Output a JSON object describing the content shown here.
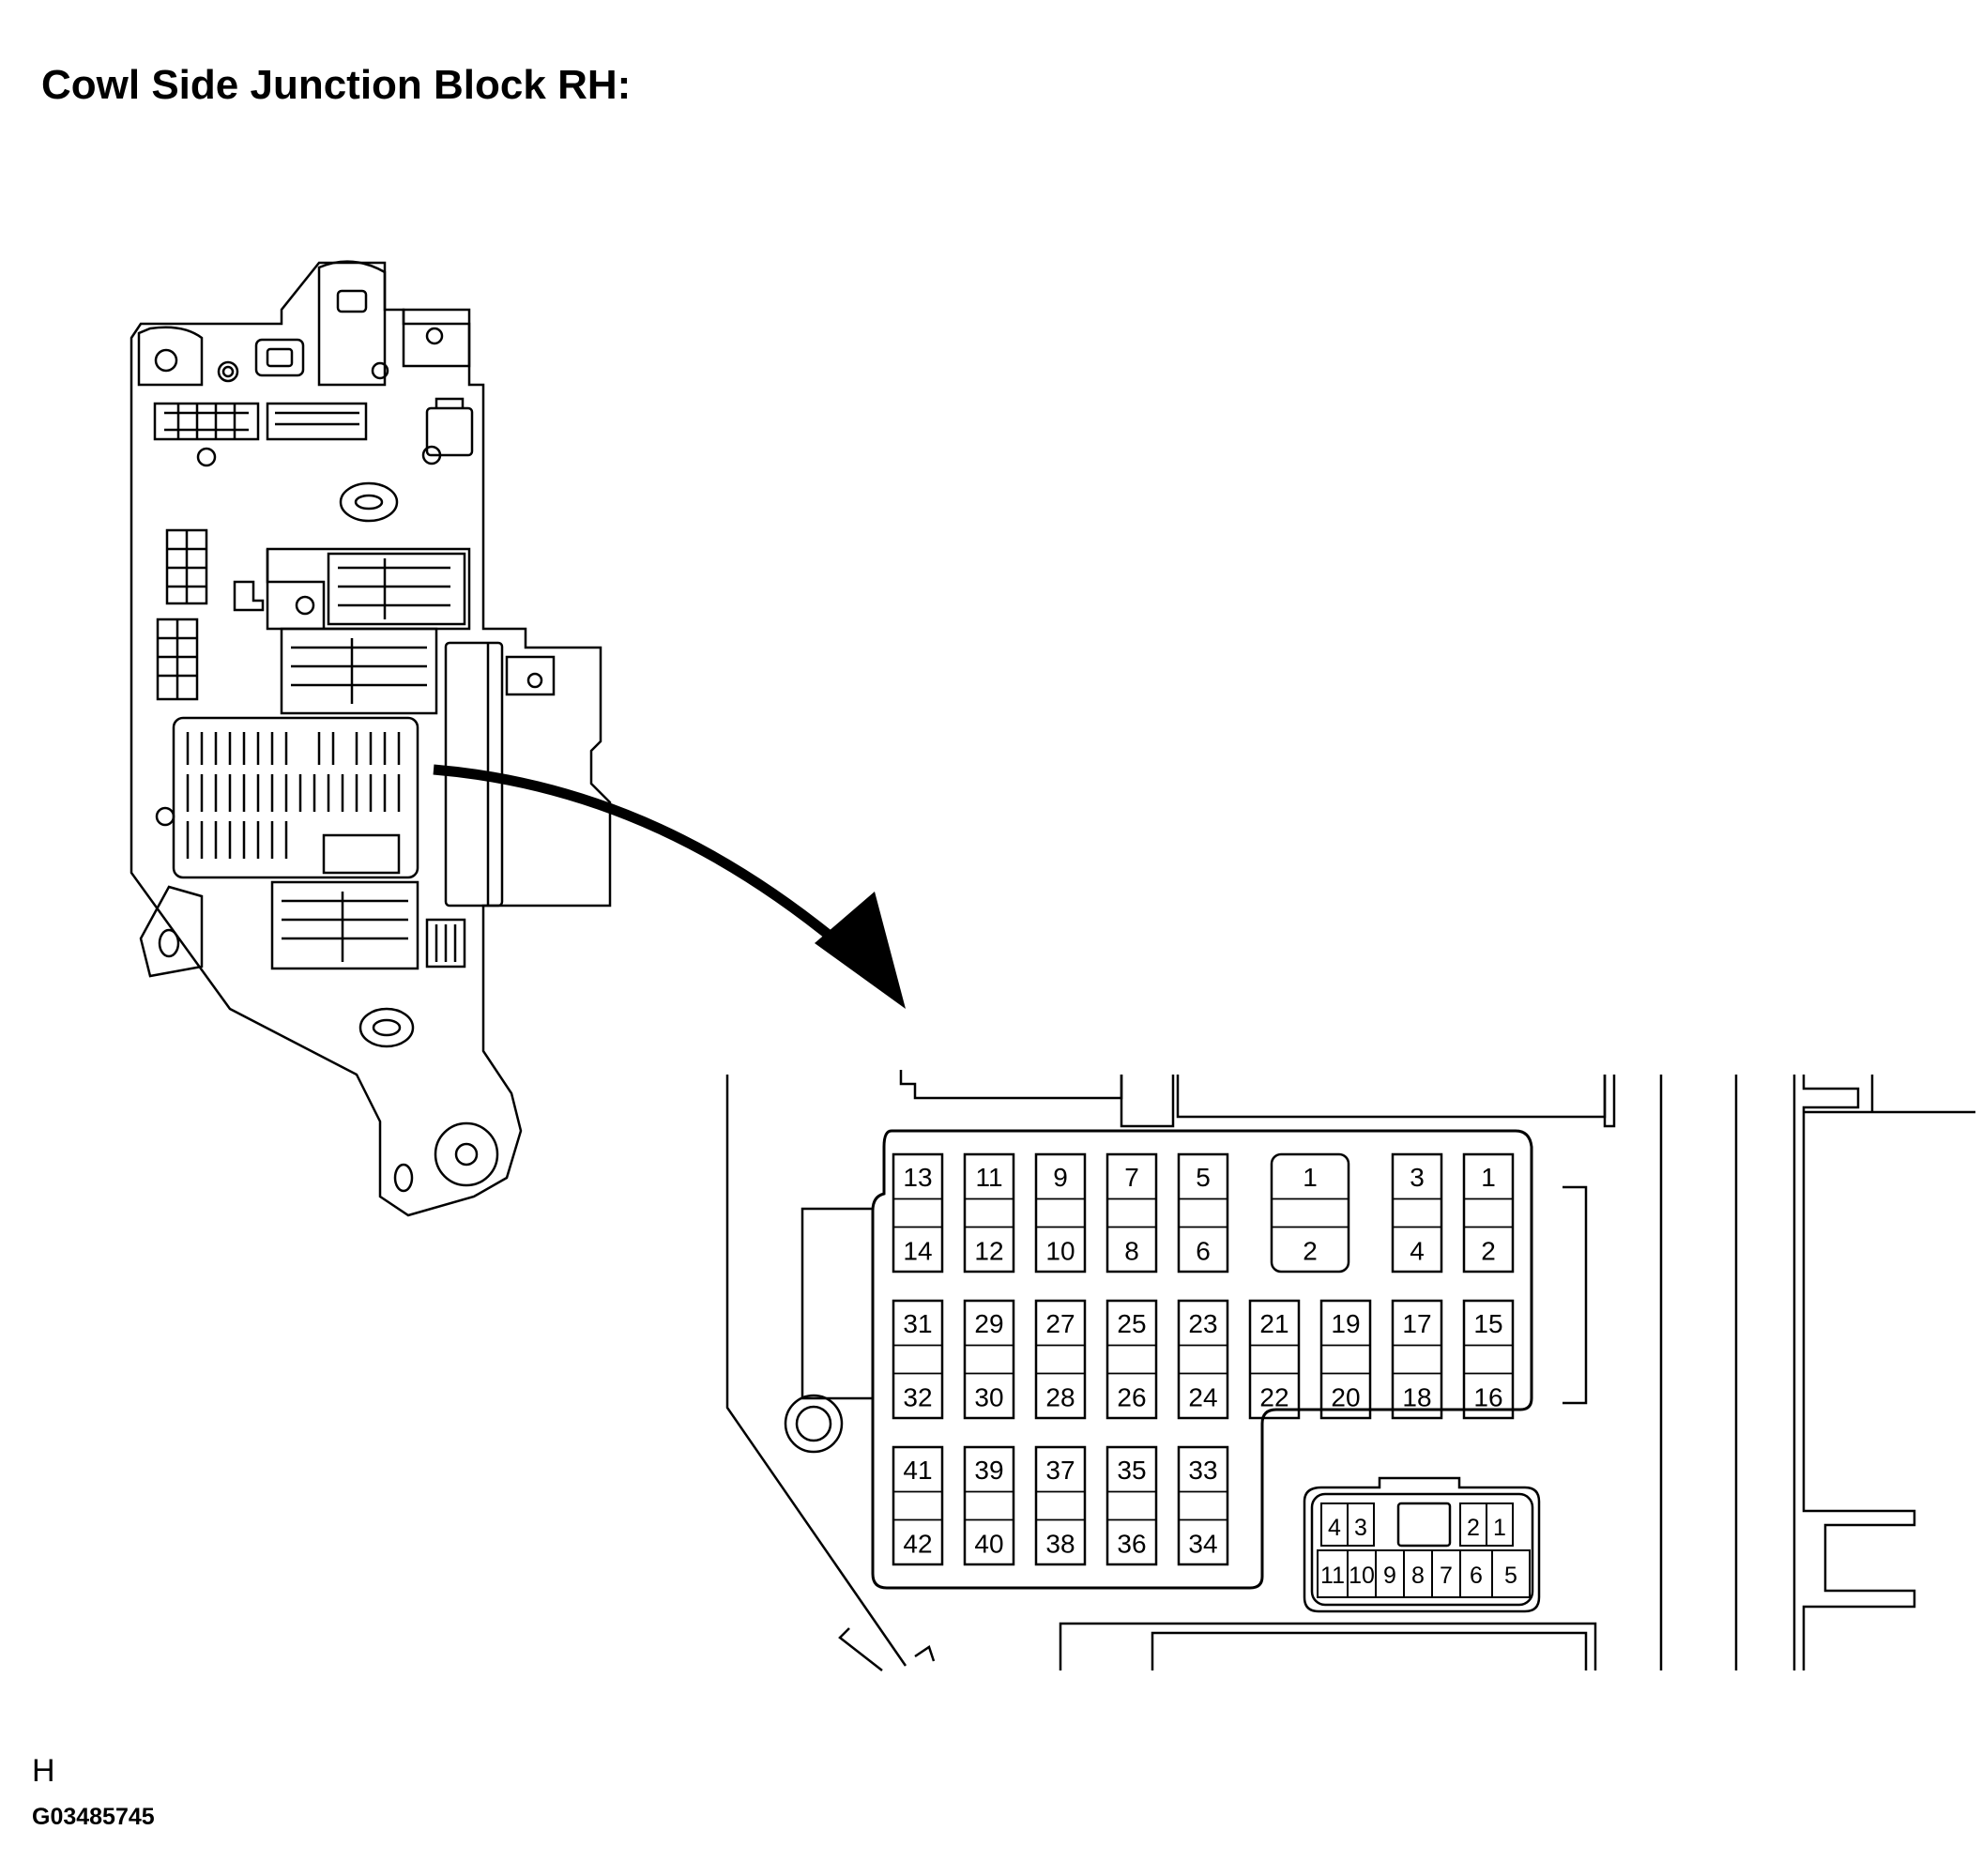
{
  "title": "Cowl Side Junction Block RH:",
  "footer": {
    "code_letter": "H",
    "drawing_id": "G03485745"
  },
  "junction_block": {
    "fuse_row_1": [
      {
        "top": "13",
        "bottom": "14"
      },
      {
        "top": "11",
        "bottom": "12"
      },
      {
        "top": "9",
        "bottom": "10"
      },
      {
        "top": "7",
        "bottom": "8"
      },
      {
        "top": "5",
        "bottom": "6"
      }
    ],
    "large_relay": {
      "top": "1",
      "bottom": "2"
    },
    "small_relays": [
      {
        "top": "3",
        "bottom": "4"
      },
      {
        "top": "1",
        "bottom": "2"
      }
    ],
    "fuse_row_2": [
      {
        "top": "31",
        "bottom": "32"
      },
      {
        "top": "29",
        "bottom": "30"
      },
      {
        "top": "27",
        "bottom": "28"
      },
      {
        "top": "25",
        "bottom": "26"
      },
      {
        "top": "23",
        "bottom": "24"
      },
      {
        "top": "21",
        "bottom": "22"
      },
      {
        "top": "19",
        "bottom": "20"
      },
      {
        "top": "17",
        "bottom": "18"
      },
      {
        "top": "15",
        "bottom": "16"
      }
    ],
    "fuse_row_3": [
      {
        "top": "41",
        "bottom": "42"
      },
      {
        "top": "39",
        "bottom": "40"
      },
      {
        "top": "37",
        "bottom": "38"
      },
      {
        "top": "35",
        "bottom": "36"
      },
      {
        "top": "33",
        "bottom": "34"
      }
    ],
    "connector": {
      "top_pins": [
        "4",
        "3",
        "2",
        "1"
      ],
      "bottom_pins": [
        "11",
        "10",
        "9",
        "8",
        "7",
        "6",
        "5"
      ]
    }
  }
}
